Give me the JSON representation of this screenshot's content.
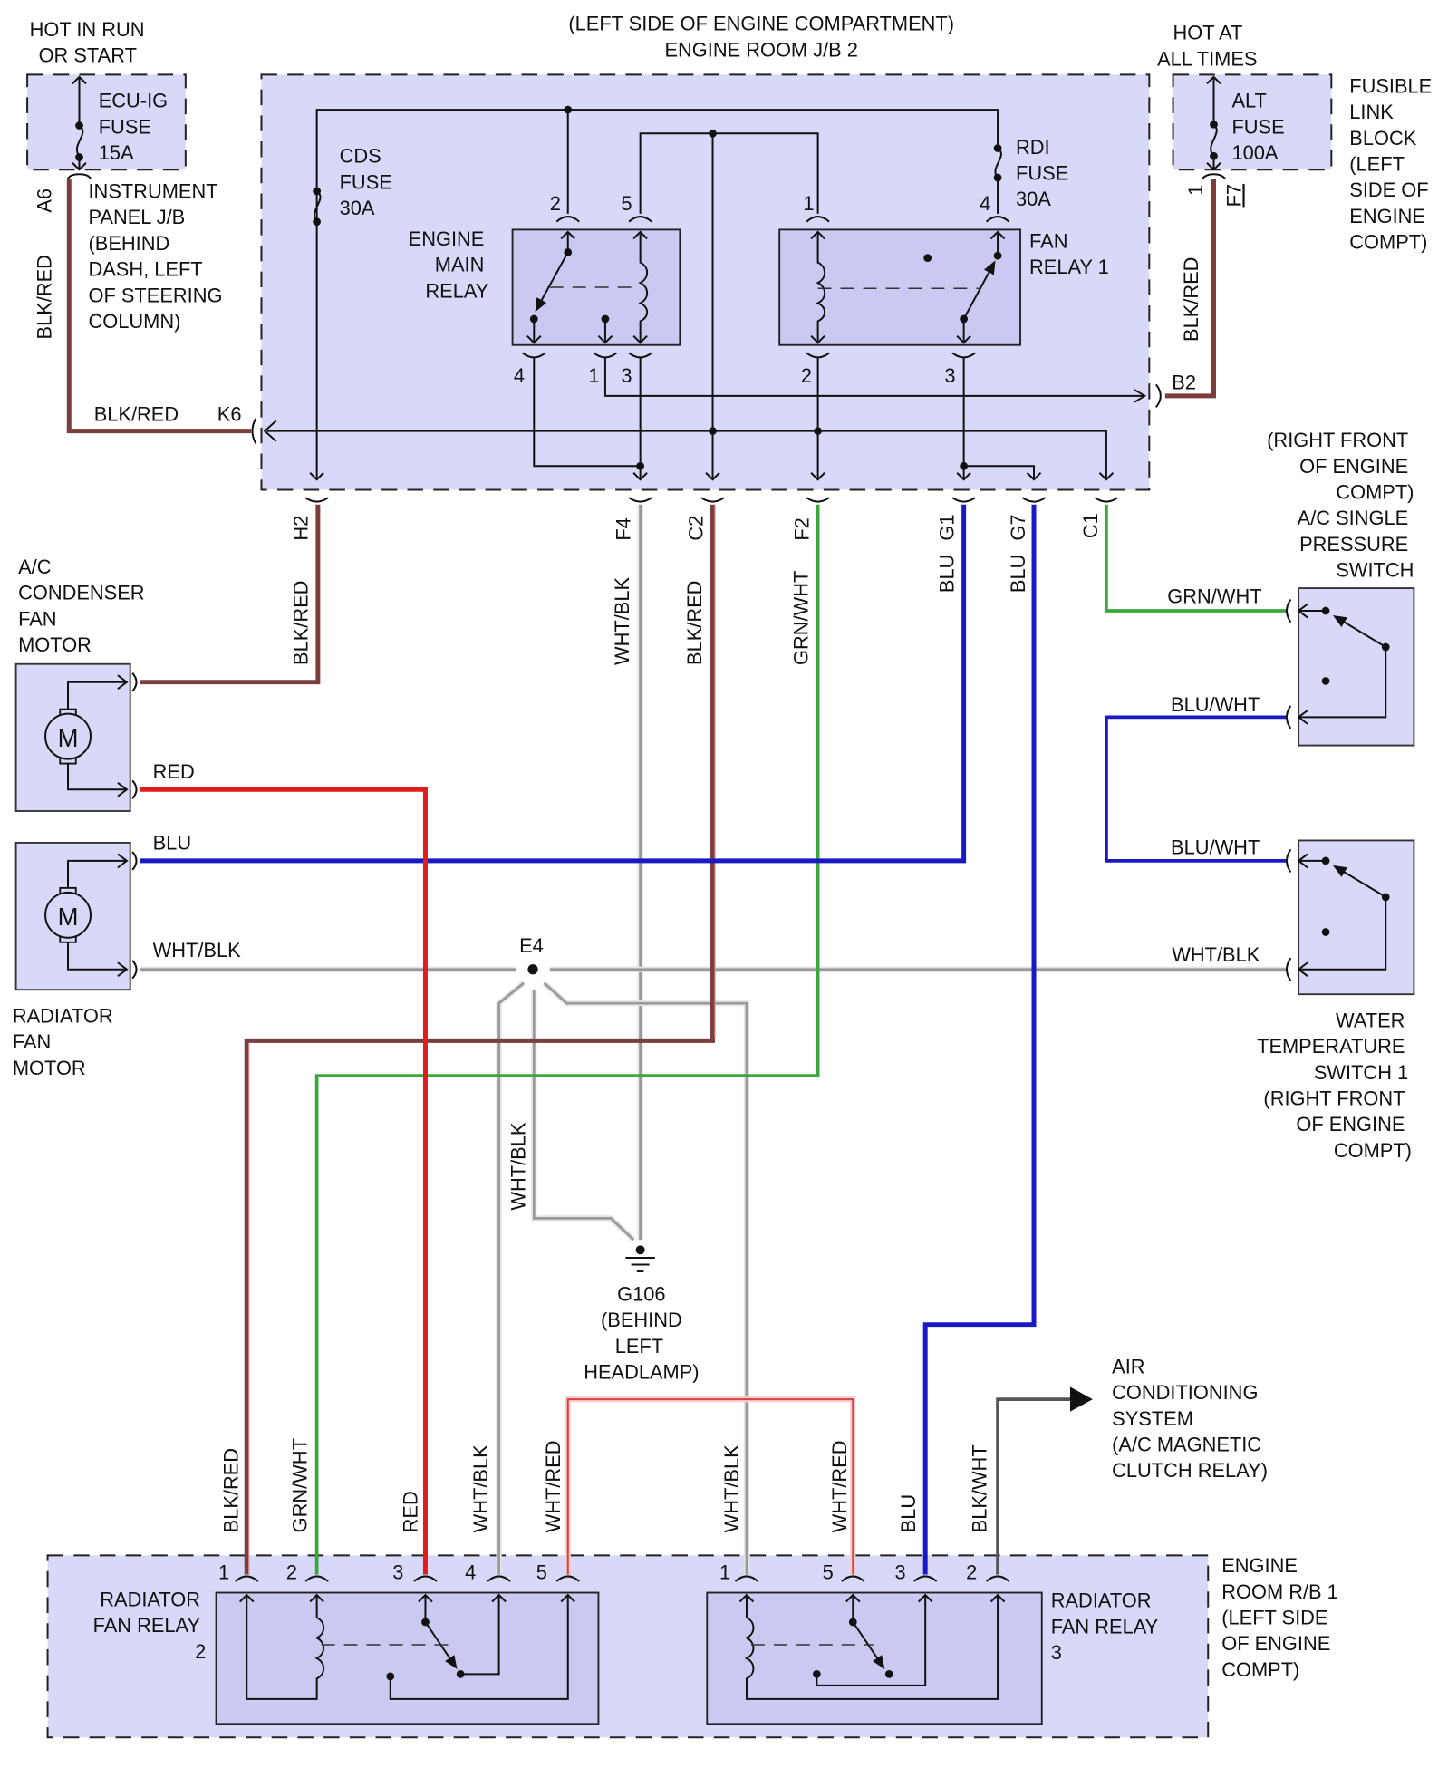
{
  "diagram": {
    "title_line1": "(LEFT SIDE OF ENGINE COMPARTMENT)",
    "title_line2": "ENGINE ROOM J/B 2"
  },
  "sources": {
    "hot_run_start": [
      "HOT IN RUN",
      "OR START"
    ],
    "hot_all_times": [
      "HOT AT",
      "ALL TIMES"
    ]
  },
  "fuses": {
    "ecu_ig": [
      "ECU-IG",
      "FUSE",
      "15A"
    ],
    "cds": [
      "CDS",
      "FUSE",
      "30A"
    ],
    "rdi": [
      "RDI",
      "FUSE",
      "30A"
    ],
    "alt": [
      "ALT",
      "FUSE",
      "100A"
    ]
  },
  "locations": {
    "instrument_panel_jb": [
      "INSTRUMENT",
      "PANEL J/B",
      "(BEHIND",
      "DASH, LEFT",
      "OF STEERING",
      "COLUMN)"
    ],
    "fusible_link_block": [
      "FUSIBLE",
      "LINK",
      "BLOCK",
      "(LEFT",
      "SIDE OF",
      "ENGINE",
      "COMPT)"
    ],
    "engine_room_rb1": [
      "ENGINE",
      "ROOM R/B 1",
      "(LEFT SIDE",
      "OF ENGINE",
      "COMPT)"
    ],
    "ac_switch": [
      "(RIGHT FRONT",
      "OF ENGINE",
      "COMPT)",
      "A/C SINGLE",
      "PRESSURE",
      "SWITCH"
    ],
    "water_temp_switch": [
      "WATER",
      "TEMPERATURE",
      "SWITCH 1",
      "(RIGHT FRONT",
      "OF ENGINE",
      "COMPT)"
    ],
    "ground": [
      "G106",
      "(BEHIND",
      "LEFT",
      "HEADLAMP)"
    ],
    "ac_system": [
      "AIR",
      "CONDITIONING",
      "SYSTEM",
      "(A/C MAGNETIC",
      "CLUTCH RELAY)"
    ]
  },
  "components": {
    "engine_main_relay": [
      "ENGINE",
      "MAIN",
      "RELAY"
    ],
    "fan_relay_1": [
      "FAN",
      "RELAY 1"
    ],
    "radiator_fan_relay_2": [
      "RADIATOR",
      "FAN RELAY",
      "2"
    ],
    "radiator_fan_relay_3": [
      "RADIATOR",
      "FAN RELAY",
      "3"
    ],
    "ac_condenser_fan_motor": [
      "A/C",
      "CONDENSER",
      "FAN",
      "MOTOR"
    ],
    "radiator_fan_motor": [
      "RADIATOR",
      "FAN",
      "MOTOR"
    ],
    "motor_symbol": "M"
  },
  "pins": {
    "engine_main_relay_top": [
      "2",
      "5"
    ],
    "engine_main_relay_bottom": [
      "4",
      "1",
      "3"
    ],
    "fan_relay_1_top": [
      "1",
      "4"
    ],
    "fan_relay_1_bottom": [
      "2",
      "3"
    ],
    "relay2": [
      "1",
      "2",
      "3",
      "4",
      "5"
    ],
    "relay3": [
      "1",
      "5",
      "3",
      "2"
    ],
    "alt_out": "1"
  },
  "connectors": {
    "A6": "A6",
    "K6": "K6",
    "B2": "B2",
    "F7": "F7",
    "H2": "H2",
    "F4": "F4",
    "C2": "C2",
    "F2": "F2",
    "G1": "G1",
    "G7": "G7",
    "C1": "C1",
    "E4": "E4"
  },
  "wire_colors": {
    "blk_red": "BLK/RED",
    "wht_blk": "WHT/BLK",
    "grn_wht": "GRN/WHT",
    "blu": "BLU",
    "blu_wht": "BLU/WHT",
    "red": "RED",
    "wht_red": "WHT/RED",
    "blk_wht": "BLK/WHT"
  },
  "colors": {
    "box_fill": "#d8d8f8",
    "blk_red": "#7a3e3e",
    "grn_wht": "#3aa83a",
    "blu": "#1a1ac4",
    "red": "#e01c1c",
    "wht_blk": "#999999",
    "wht_red": "#e03c3c",
    "blk_wht": "#555555"
  }
}
